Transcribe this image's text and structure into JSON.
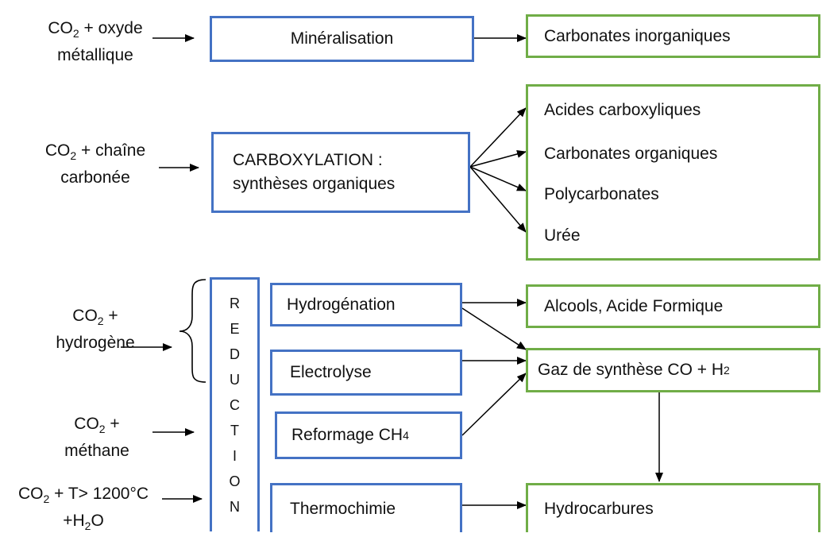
{
  "inputs": {
    "co2_oxyde": [
      "CO",
      "2",
      " + oxyde",
      "métallique"
    ],
    "co2_chaine": [
      "CO",
      "2",
      " + chaîne",
      "carbonée"
    ],
    "co2_hydrogene": [
      "CO",
      "2",
      " +",
      "hydrogène"
    ],
    "co2_methane": [
      "CO",
      "2",
      " +",
      "méthane"
    ],
    "co2_thermo": [
      "CO",
      "2",
      " + T> 1200°C",
      "+H",
      "2",
      "O"
    ]
  },
  "processes": {
    "mineralisation": "Minéralisation",
    "carboxylation_line1": "CARBOXYLATION :",
    "carboxylation_line2": "synthèses organiques",
    "reduction_letters": [
      "R",
      "E",
      "D",
      "U",
      "C",
      "T",
      "I",
      "O",
      "N"
    ],
    "hydrogenation": "Hydrogénation",
    "electrolyse": "Electrolyse",
    "reformage": "Reformage CH",
    "reformage_sub": "4",
    "thermochimie": "Thermochimie"
  },
  "products": {
    "carbonates_inorganiques": "Carbonates inorganiques",
    "acides_carboxyliques": "Acides carboxyliques",
    "carbonates_organiques": "Carbonates organiques",
    "polycarbonates": "Polycarbonates",
    "uree": "Urée",
    "alcools": "Alcools, Acide Formique",
    "gaz_synthese": "Gaz de synthèse CO + H",
    "gaz_synthese_sub": "2",
    "hydrocarbures": "Hydrocarbures"
  },
  "colors": {
    "process_border": "#4472c4",
    "product_border": "#70ad47",
    "arrow": "#000000"
  }
}
